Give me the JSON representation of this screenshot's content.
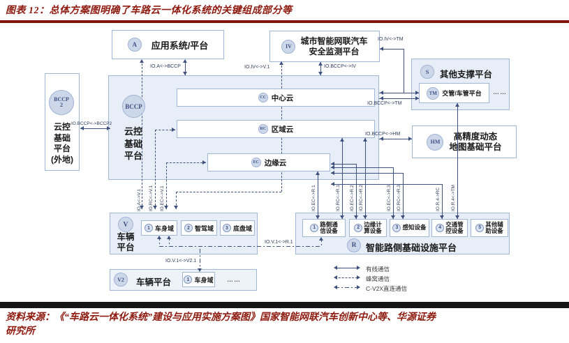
{
  "title": "图表 12：总体方案图明确了车路云一体化系统的关键组成部分等",
  "source": {
    "line1": "资料来源：《“车路云一体化系统”建设与应用实施方案图》国家智能网联汽车创新中心等、华源证券",
    "line2": "研究所"
  },
  "colors": {
    "accent_red": "#8e1a0f",
    "box_border": "#9fb6d5",
    "box_fill": "#e8eef7",
    "line": "#3d5080",
    "badge_fill": "#cdd7ea",
    "badge_text": "#3e5284"
  },
  "platforms": {
    "app": {
      "badge": "A",
      "label": "应用系统/平台"
    },
    "iv": {
      "badge": "IV",
      "label1": "城市智能网联汽车",
      "label2": "安全监测平台"
    },
    "support": {
      "badge": "S",
      "label": "其他支撑平台",
      "tm": {
        "badge": "TM",
        "label": "交管/车管平台"
      },
      "ellipsis": "……"
    },
    "hm": {
      "badge": "HM",
      "label1": "高精度动态",
      "label2": "地图基础平台"
    },
    "bccp2": {
      "badge1": "BCCP",
      "badge2": "2",
      "l1": "云控",
      "l2": "基础",
      "l3": "平台",
      "l4": "(外地)"
    },
    "bccp": {
      "badge": "BCCP",
      "l1": "云控",
      "l2": "基础",
      "l3": "平台",
      "clouds": [
        {
          "badge": "CC",
          "label": "中心云"
        },
        {
          "badge": "RC",
          "label": "区域云"
        },
        {
          "badge": "EC",
          "label": "边缘云"
        }
      ]
    },
    "vehicle": {
      "badge": "V",
      "l1": "车辆",
      "l2": "平台",
      "domains": [
        {
          "num": "1",
          "label": "车身域"
        },
        {
          "num": "2",
          "label": "智驾域"
        },
        {
          "num": "3",
          "label": "底盘域"
        }
      ]
    },
    "vehicle2": {
      "badge": "V2",
      "label": "车辆平台",
      "domain": {
        "num": "1",
        "label": "车身域"
      },
      "ellipsis": "……"
    },
    "roadside": {
      "badge": "R",
      "label": "智能路侧基础设施平台",
      "devices": [
        {
          "num": "1",
          "label1": "路侧通",
          "label2": "信设备"
        },
        {
          "num": "2",
          "label1": "边缘计",
          "label2": "算设备"
        },
        {
          "num": "3",
          "label1": "感知设备",
          "label2": ""
        },
        {
          "num": "4",
          "label1": "交通管",
          "label2": "控设备"
        },
        {
          "num": "5",
          "label1": "其他辅",
          "label2": "助设备"
        }
      ]
    }
  },
  "io": {
    "a_bccp": "IO.A<->BCCP",
    "iv_v1": "IO.IV<->V.1",
    "bccp_iv": "IO.BCCP<->IV",
    "iv_tm": "IO.IV<->TM",
    "bccp_tm": "IO.BCCP<->TM",
    "bccp_hm": "IO.BCCP<->HM",
    "bccp_bccp2": "IO.BCCP<->BCCP2",
    "a_v1": "IO.A<->V.1",
    "rc_v1": "IO.RC<->V.1",
    "ec_v1": "IO.EC<->V.1",
    "v1_v21": "IO.V.1<->V2.1",
    "v1_r1": "IO.V.1<->R.1",
    "ec_r1": "IO.EC<->R.1",
    "rc_r1": "IO.RC<->R.1",
    "ec_r2": "IO.EC<->R.2",
    "rc_r2": "IO.RC<->R.2",
    "ec_r3": "IO.EC<->R.3",
    "rc_r3": "IO.RC<->R.3",
    "r4_rc": "IO.R.4->RC",
    "r4_tm": "IO.R.4<->TM"
  },
  "legend": [
    {
      "style": "solid",
      "label": "有线通信"
    },
    {
      "style": "dashed",
      "label": "蜂窝通信"
    },
    {
      "style": "dashdot",
      "label": "C-V2X直连通信"
    }
  ]
}
